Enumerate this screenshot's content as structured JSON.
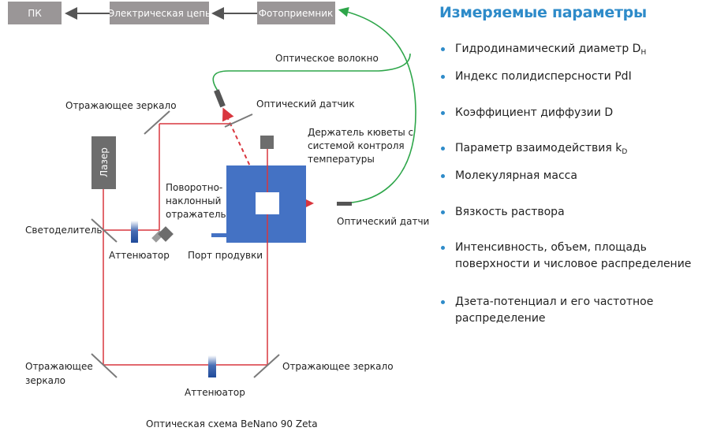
{
  "diagram": {
    "boxes": {
      "pc": "ПК",
      "circuit": "Электрическая цепь",
      "photodetector": "Фотоприемник",
      "laser": "Лазер"
    },
    "labels": {
      "optical_fiber": "Оптическое волокно",
      "optical_sensor_top": "Оптический датчик",
      "mirror_top": "Отражающее зеркало",
      "cuvette_holder_1": "Держатель кюветы с",
      "cuvette_holder_2": "системой контроля",
      "cuvette_holder_3": "температуры",
      "tilt_reflector_1": "Поворотно-",
      "tilt_reflector_2": "наклонный",
      "tilt_reflector_3": "отражатель",
      "beam_splitter": "Светоделитель",
      "optical_sensor_right": "Оптический датчик",
      "attenuator_top": "Аттенюатор",
      "purge_port": "Порт продувки",
      "mirror_bottom_left_1": "Отражающее",
      "mirror_bottom_left_2": "зеркало",
      "mirror_bottom_right": "Отражающее зеркало",
      "attenuator_bottom": "Аттенюатор"
    },
    "caption": "Оптическая схема BeNano 90 Zeta",
    "colors": {
      "box_gray": "#9a9697",
      "laser_gray": "#6d6d6d",
      "beam_red": "#d9363e",
      "fiber_green": "#2ea64a",
      "cuvette_blue": "#4472c4",
      "mirror_gray": "#7a7a7a"
    }
  },
  "params": {
    "title": "Измеряемые параметры",
    "items": [
      {
        "text": "Гидродинамический диаметр D",
        "sub": "H"
      },
      {
        "text": "Индекс полидисперсности PdI",
        "sub": ""
      },
      {
        "text": "Коэффициент диффузии D",
        "sub": ""
      },
      {
        "text": "Параметр взаимодействия k",
        "sub": "D"
      },
      {
        "text": "Молекулярная масса",
        "sub": ""
      },
      {
        "text": "Вязкость раствора",
        "sub": ""
      },
      {
        "text": "Интенсивность, объем, площадь поверхности и числовое распределение",
        "sub": ""
      },
      {
        "text": "Дзета-потенциал и его частотное распределение",
        "sub": ""
      }
    ]
  }
}
